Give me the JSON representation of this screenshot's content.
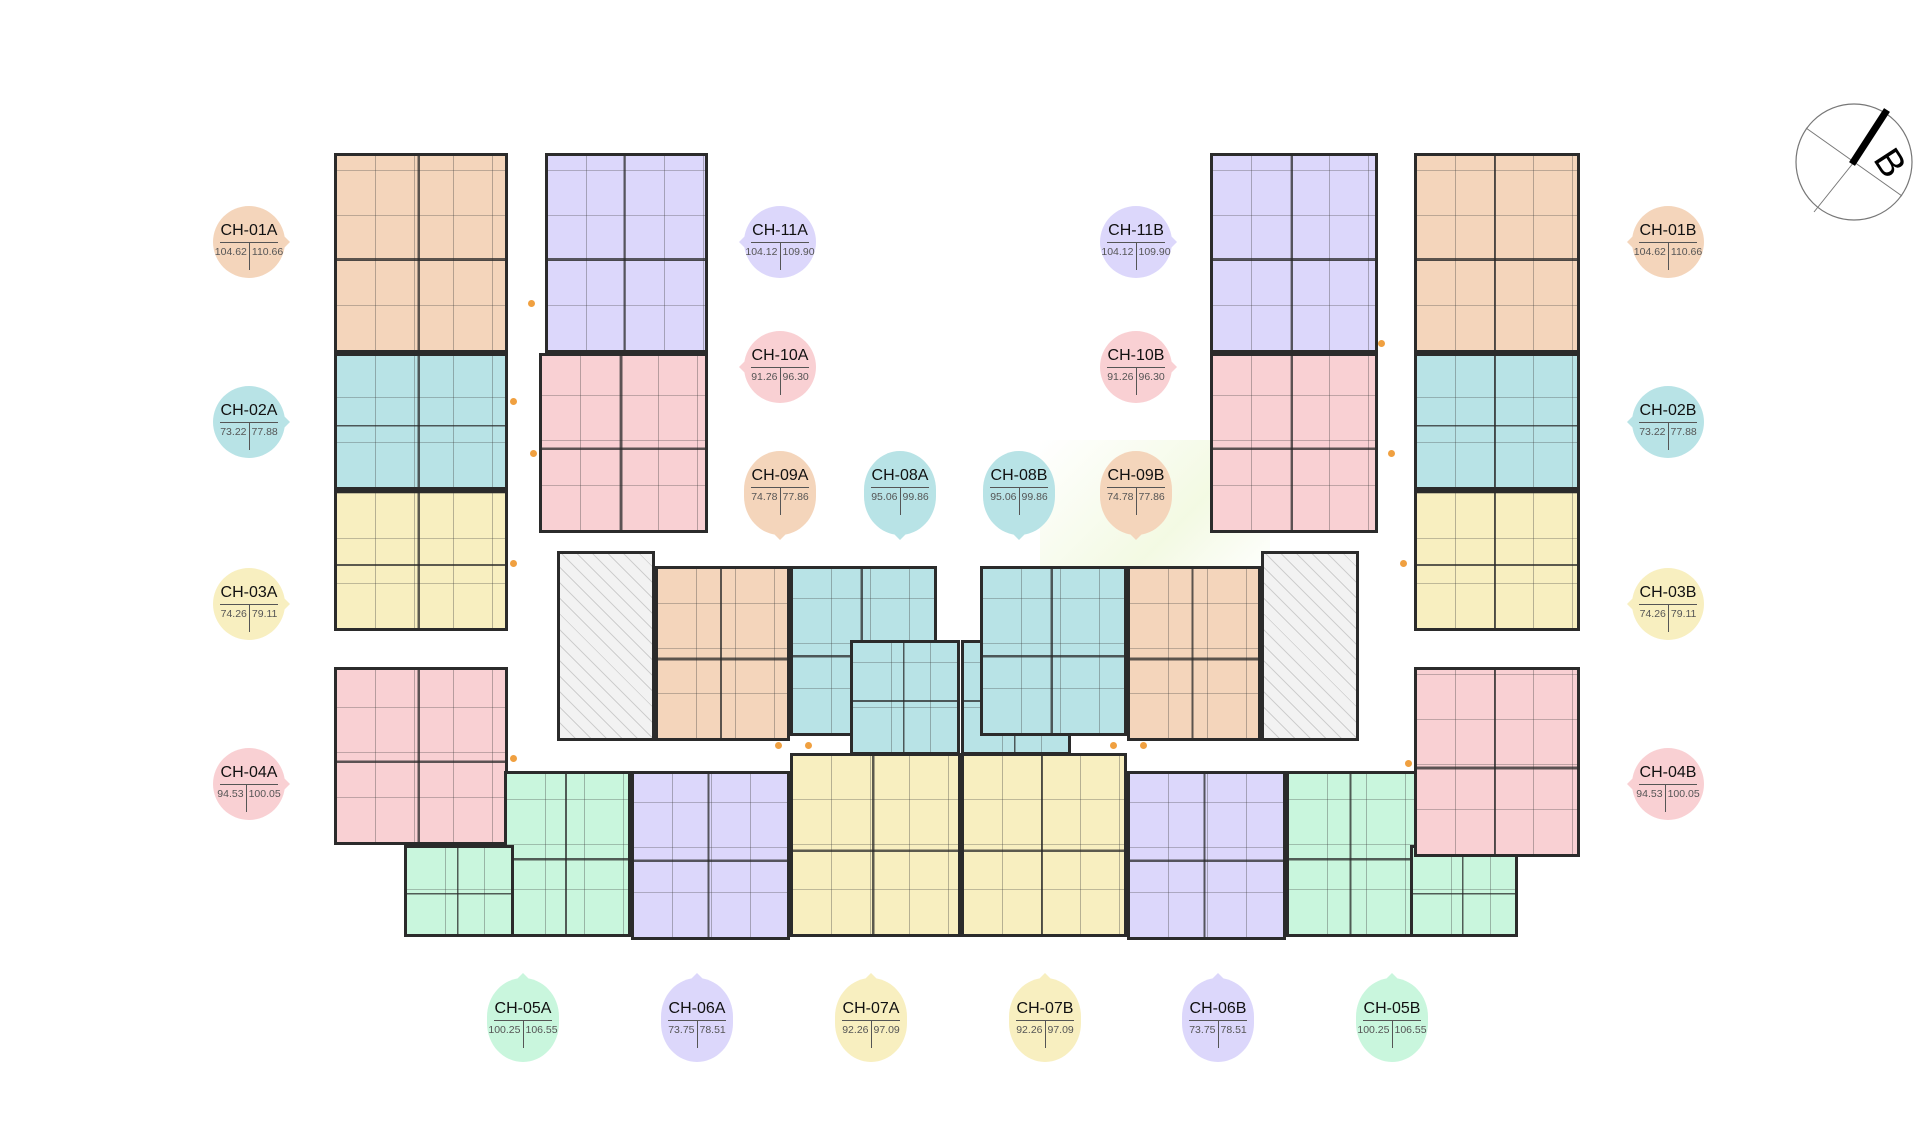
{
  "compass": {
    "label": "B"
  },
  "units": [
    {
      "code": "CH-01A",
      "area_1": "104.62",
      "area_2": "110.66"
    },
    {
      "code": "CH-02A",
      "area_1": "73.22",
      "area_2": "77.88"
    },
    {
      "code": "CH-03A",
      "area_1": "74.26",
      "area_2": "79.11"
    },
    {
      "code": "CH-04A",
      "area_1": "94.53",
      "area_2": "100.05"
    },
    {
      "code": "CH-05A",
      "area_1": "100.25",
      "area_2": "106.55"
    },
    {
      "code": "CH-06A",
      "area_1": "73.75",
      "area_2": "78.51"
    },
    {
      "code": "CH-07A",
      "area_1": "92.26",
      "area_2": "97.09"
    },
    {
      "code": "CH-08A",
      "area_1": "95.06",
      "area_2": "99.86"
    },
    {
      "code": "CH-09A",
      "area_1": "74.78",
      "area_2": "77.86"
    },
    {
      "code": "CH-10A",
      "area_1": "91.26",
      "area_2": "96.30"
    },
    {
      "code": "CH-11A",
      "area_1": "104.12",
      "area_2": "109.90"
    },
    {
      "code": "CH-01B",
      "area_1": "104.62",
      "area_2": "110.66"
    },
    {
      "code": "CH-02B",
      "area_1": "73.22",
      "area_2": "77.88"
    },
    {
      "code": "CH-03B",
      "area_1": "74.26",
      "area_2": "79.11"
    },
    {
      "code": "CH-04B",
      "area_1": "94.53",
      "area_2": "100.05"
    },
    {
      "code": "CH-05B",
      "area_1": "100.25",
      "area_2": "106.55"
    },
    {
      "code": "CH-06B",
      "area_1": "73.75",
      "area_2": "78.51"
    },
    {
      "code": "CH-07B",
      "area_1": "92.26",
      "area_2": "97.09"
    },
    {
      "code": "CH-08B",
      "area_1": "95.06",
      "area_2": "99.86"
    },
    {
      "code": "CH-09B",
      "area_1": "74.78",
      "area_2": "77.86"
    },
    {
      "code": "CH-10B",
      "area_1": "91.26",
      "area_2": "96.30"
    },
    {
      "code": "CH-11B",
      "area_1": "104.12",
      "area_2": "109.90"
    }
  ]
}
